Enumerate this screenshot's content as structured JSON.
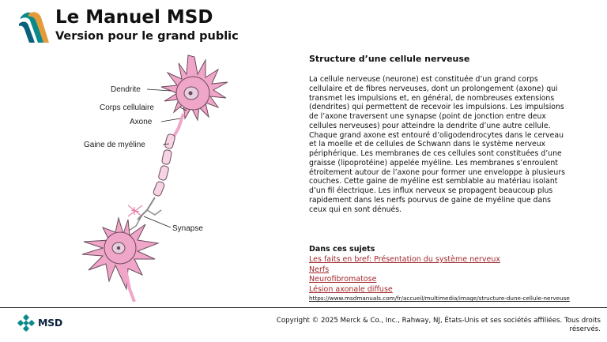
{
  "header": {
    "title": "Le Manuel MSD",
    "subtitle": "Version pour le grand public",
    "logo_icon": "msd-manual-logo-icon"
  },
  "figure": {
    "labels": {
      "dendrite": "Dendrite",
      "cell_body": "Corps cellulaire",
      "axon": "Axone",
      "myelin": "Gaine de myéline",
      "synapse": "Synapse"
    },
    "colors": {
      "cell_pink": "#f0a6c9",
      "cell_stroke": "#6a4a5a",
      "nucleus": "#e8cfe0"
    }
  },
  "article": {
    "title": "Structure d’une cellule nerveuse",
    "body": " La cellule nerveuse (neurone) est constituée d’un grand corps\ncellulaire et de fibres nerveuses, dont un prolongement (axone) qui\ntransmet les impulsions et, en général, de nombreuses extensions\n(dendrites) qui permettent de recevoir les impulsions. Les impulsions\nde l’axone traversent une synapse (point de jonction entre deux\ncellules nerveuses) pour atteindre la dendrite d’une autre cellule.\nChaque grand axone est entouré d’oligodendrocytes dans le cerveau\net la moelle et de cellules de Schwann dans le système nerveux\npériphérique. Les membranes de ces cellules sont constituées d’une\ngraisse (lipoprotéine) appelée myéline. Les membranes s’enroulent\nétroitement autour de l’axone pour former une enveloppe à plusieurs\ncouches. Cette gaine de myéline est semblable au matériau isolant\nd’un fil électrique. Les influx nerveux se propagent beaucoup plus\nrapidement dans les nerfs pourvus de gaine de myéline que dans\nceux qui en sont dénués."
  },
  "topics": {
    "title": "Dans ces sujets",
    "links": [
      "Les faits en bref: Présentation du système nerveux",
      "Nerfs",
      "Neurofibromatose",
      "Lésion axonale diffuse"
    ],
    "source_url": "https://www.msdmanuals.com/fr/accueil/multimedia/image/structure-dune-cellule-nerveuse"
  },
  "footer": {
    "logo_text": "MSD",
    "logo_icon": "msd-logo-icon",
    "copyright": "Copyright © 2025 Merck & Co., Inc., Rahway, NJ, États-Unis et ses sociétés affiliées. Tous droits réservés."
  },
  "colors": {
    "link": "#a3282c",
    "logo_teal": "#0a8a8a",
    "logo_orange": "#e39b3b"
  }
}
